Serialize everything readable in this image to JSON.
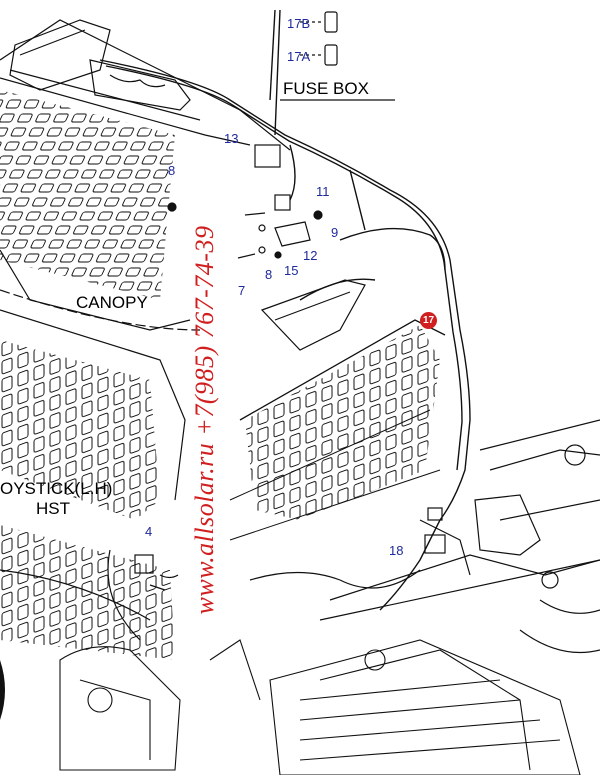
{
  "labels": {
    "fuse_box": "FUSE BOX",
    "canopy": "CANOPY",
    "joystick": "OYSTICK(L.H)",
    "hst": "HST"
  },
  "callouts": {
    "c17b": "17B",
    "c17a": "17A",
    "c13": "13",
    "c8a": "8",
    "c11": "11",
    "c9": "9",
    "c12": "12",
    "c15": "15",
    "c8b": "8",
    "c7": "7",
    "c17": "17",
    "c4": "4",
    "c18": "18"
  },
  "watermark": "www.allsolar.ru  +7(985) 767-74-39",
  "colors": {
    "callout_blue": "#1f2a9c",
    "watermark_red": "#d11f1f",
    "line": "#111111"
  }
}
